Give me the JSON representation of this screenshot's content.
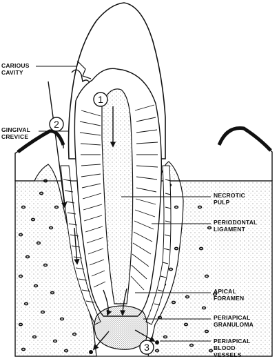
{
  "labels": {
    "carious_cavity": [
      "CARIOUS",
      "CAVITY"
    ],
    "gingival_crevice": [
      "GINGIVAL",
      "CREVICE"
    ],
    "necrotic_pulp": [
      "NECROTIC",
      "PULP"
    ],
    "periodontal_ligament": [
      "PERIODONTAL",
      "LIGAMENT"
    ],
    "apical_foramen": [
      "APICAL",
      "FORAMEN"
    ],
    "periapical_granuloma": [
      "PERIAPICAL",
      "GRANULOMA"
    ],
    "periapical_blood_vessels": [
      "PERIAPICAL",
      "BLOOD",
      "VESSELS"
    ]
  },
  "markers": [
    "1",
    "2",
    "3"
  ]
}
